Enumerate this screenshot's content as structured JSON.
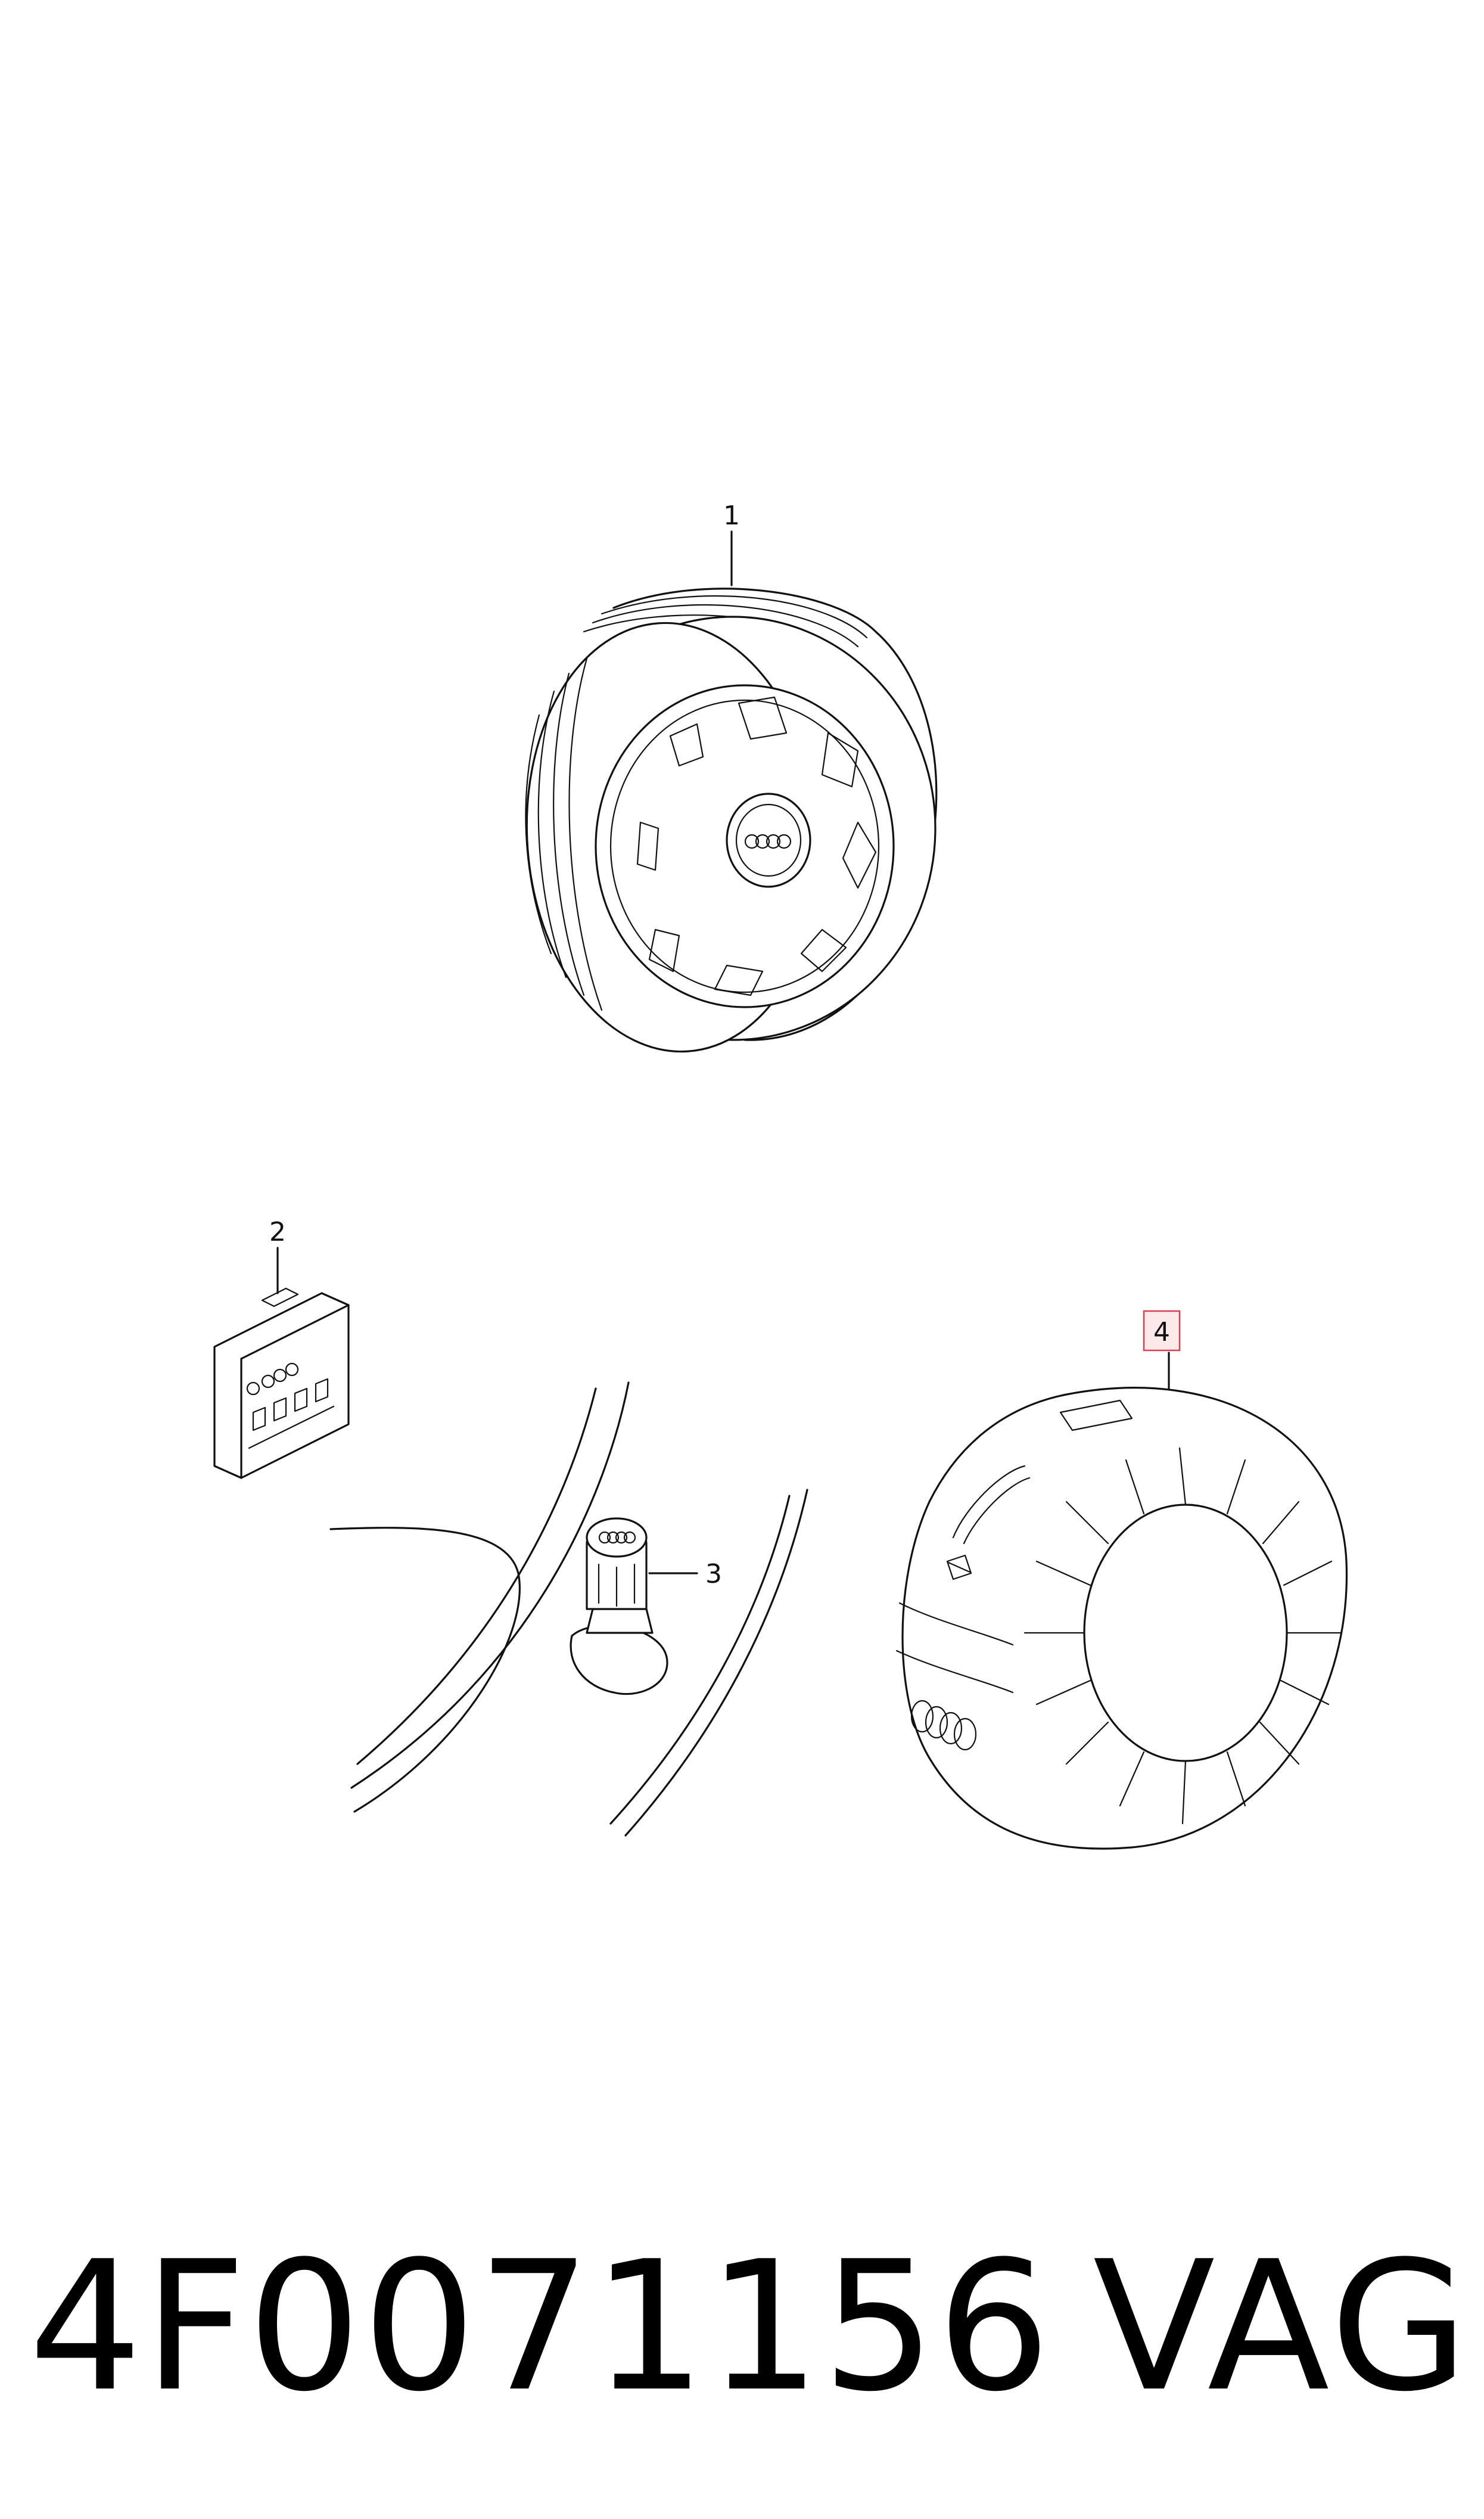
{
  "callouts": [
    {
      "id": "1",
      "label": "1",
      "highlighted": false
    },
    {
      "id": "2",
      "label": "2",
      "highlighted": false
    },
    {
      "id": "3",
      "label": "3",
      "highlighted": false
    },
    {
      "id": "4",
      "label": "4",
      "highlighted": true
    }
  ],
  "footer": {
    "part_number": "4F0071156",
    "brand": "VAG"
  },
  "colors": {
    "line": "#111111",
    "highlight_fill": "#fde8ea",
    "highlight_border": "#d64055"
  },
  "icons": [
    "wheel-icon",
    "valve-cap-pack-icon",
    "valve-cap-icon",
    "tyre-cover-bag-icon",
    "four-rings-logo"
  ]
}
